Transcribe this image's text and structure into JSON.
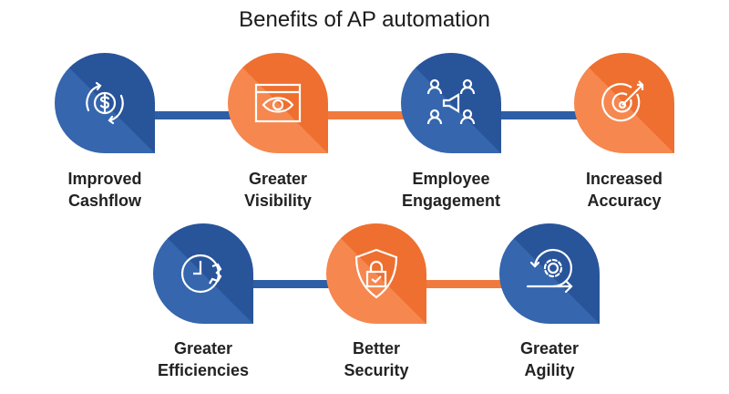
{
  "title": "Benefits of AP automation",
  "colors": {
    "blue": "#2e5ea6",
    "orange": "#f07a3e"
  },
  "top_row": [
    {
      "line1": "Improved",
      "line2": "Cashflow",
      "color": "blue",
      "icon": "dollar-cycle-icon"
    },
    {
      "line1": "Greater",
      "line2": "Visibility",
      "color": "orange",
      "icon": "browser-eye-icon"
    },
    {
      "line1": "Employee",
      "line2": "Engagement",
      "color": "blue",
      "icon": "team-megaphone-icon"
    },
    {
      "line1": "Increased",
      "line2": "Accuracy",
      "color": "orange",
      "icon": "target-arrow-icon"
    }
  ],
  "bottom_row": [
    {
      "line1": "Greater",
      "line2": "Efficiencies",
      "color": "blue",
      "icon": "clock-gear-icon"
    },
    {
      "line1": "Better",
      "line2": "Security",
      "color": "orange",
      "icon": "shield-lock-icon"
    },
    {
      "line1": "Greater",
      "line2": "Agility",
      "color": "blue",
      "icon": "gear-cycle-arrow-icon"
    }
  ]
}
